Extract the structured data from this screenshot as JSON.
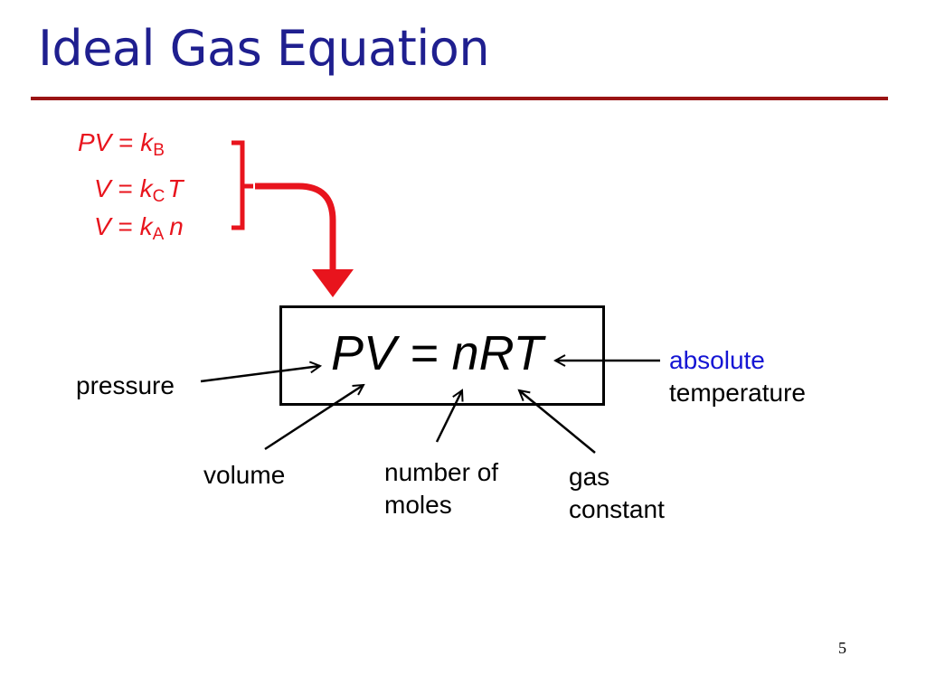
{
  "slide": {
    "title": "Ideal Gas Equation",
    "page_number": "5"
  },
  "laws": {
    "boyle": {
      "lhs": "PV",
      "eq": " = ",
      "k": "k",
      "sub": "B",
      "rhs": ""
    },
    "charles": {
      "lhs": "V",
      "eq": " = ",
      "k": "k",
      "sub": "C",
      "rhs": "T"
    },
    "avogadro": {
      "lhs": "V",
      "eq": " = ",
      "k": "k",
      "sub": "A",
      "rhs": "n"
    }
  },
  "equation": {
    "text": "PV = nRT"
  },
  "labels": {
    "pressure": "pressure",
    "volume": "volume",
    "moles_line1": "number of",
    "moles_line2": "moles",
    "gas_line1": "gas",
    "gas_line2": "constant",
    "temp_line1": "absolute",
    "temp_line2": "temperature"
  },
  "colors": {
    "title": "#1f1f8f",
    "rule": "#9a1414",
    "laws": "#e8141d",
    "absolute": "#1515d4"
  }
}
